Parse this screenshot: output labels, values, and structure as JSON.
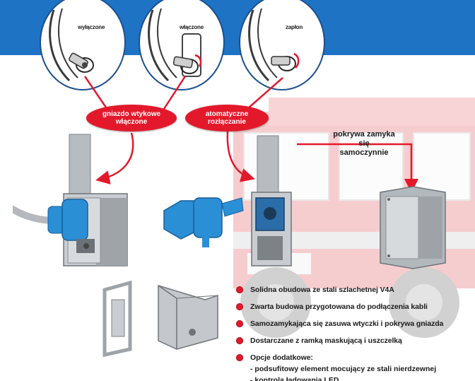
{
  "circles": [
    {
      "label": "wyłączone"
    },
    {
      "label": "włączone"
    },
    {
      "label": "zapłon"
    }
  ],
  "bubbles": [
    {
      "line1": "gniazdo wtykowe",
      "line2": "włączone"
    },
    {
      "line1": "atomatyczne",
      "line2": "rozłączanie"
    }
  ],
  "callout": {
    "line1": "pokrywa zamyka",
    "line2": "się",
    "line3": "samoczynnie"
  },
  "features": [
    "Solidna obudowa ze stali szlachetnej V4A",
    "Zwarta budowa przygotowana do podłączenia kabli",
    "Samozamykająca się zasuwa wtyczki i pokrywa gniazda",
    "Dostarczane z ramką maskującą i uszczelką",
    "Opcje dodatkowe:"
  ],
  "options": [
    "- podsufitowy element mocujący ze stali nierdzewnej",
    "- kontrola ładowania LED"
  ],
  "colors": {
    "accent_red": "#e3192b",
    "band_blue": "#1f73c4",
    "connector_blue": "#2b8fd6",
    "steel": "#b9bec3"
  }
}
